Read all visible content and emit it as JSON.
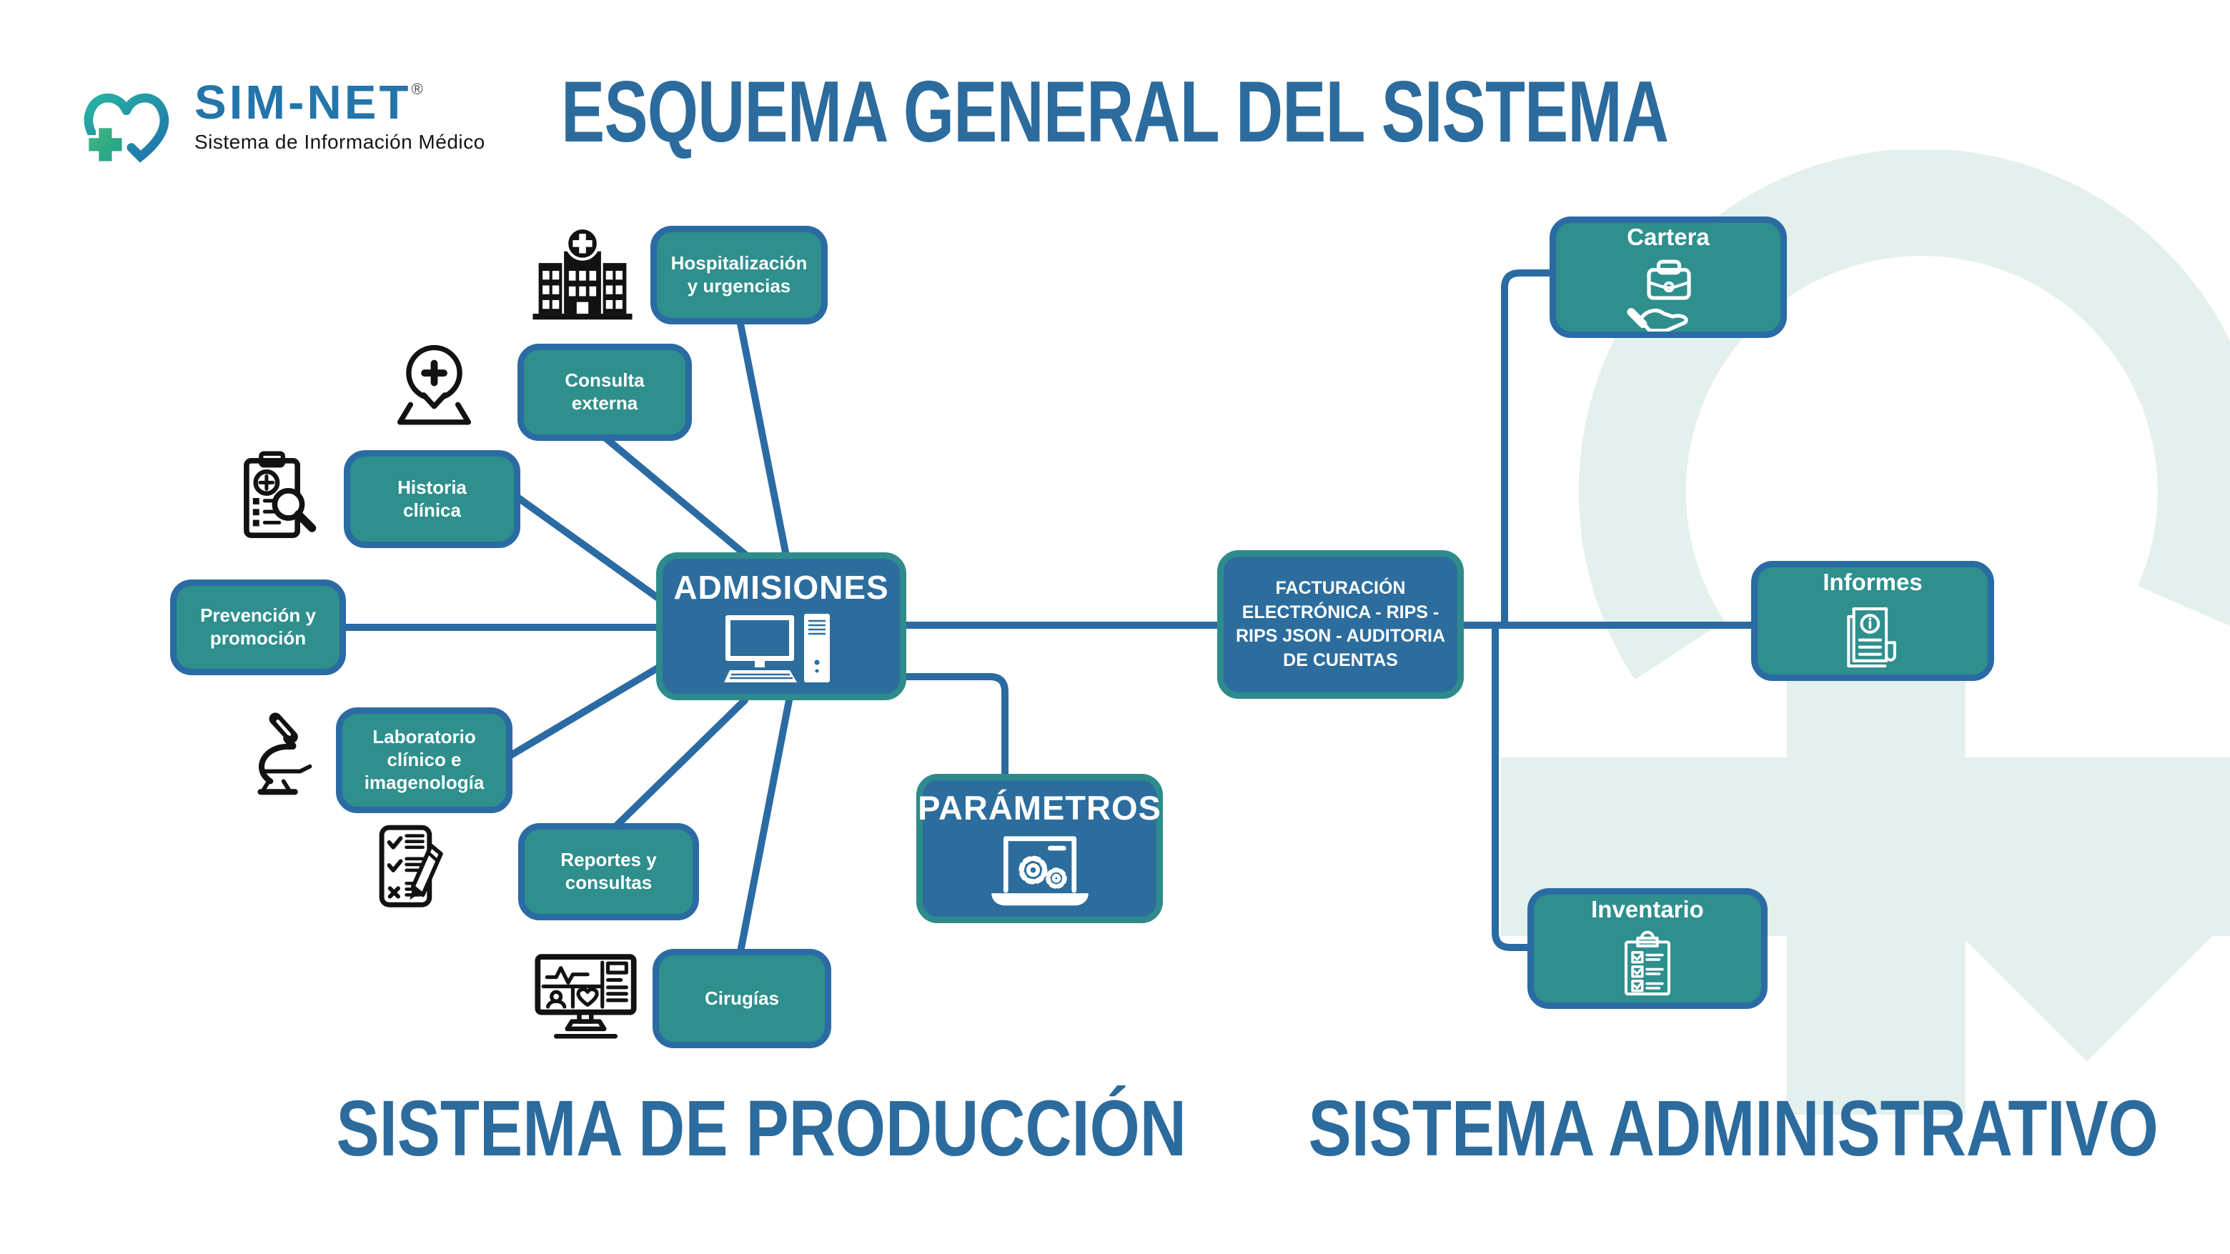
{
  "logo": {
    "brand": "SIM-NET",
    "registered": "®",
    "tagline": "Sistema de Información Médico"
  },
  "header": {
    "title": "ESQUEMA GENERAL DEL SISTEMA"
  },
  "sections": {
    "production": "SISTEMA DE PRODUCCIÓN",
    "administrative": "SISTEMA ADMINISTRATIVO"
  },
  "nodes": {
    "hospitalizacion": {
      "label": "Hospitalización\ny urgencias",
      "icon": "hospital-icon"
    },
    "consulta": {
      "label": "Consulta\nexterna",
      "icon": "telemedicine-pin-icon"
    },
    "historia": {
      "label": "Historia\nclínica",
      "icon": "clipboard-magnifier-icon"
    },
    "prevencion": {
      "label": "Prevención y\npromoción"
    },
    "laboratorio": {
      "label": "Laboratorio\nclínico e\nimagenología",
      "icon": "microscope-icon"
    },
    "reportes": {
      "label": "Reportes y\nconsultas",
      "icon": "checklist-pencil-icon"
    },
    "cirugias": {
      "label": "Cirugías",
      "icon": "vitals-monitor-icon"
    },
    "admisiones": {
      "label": "ADMISIONES",
      "icon": "desktop-computer-icon"
    },
    "parametros": {
      "label": "PARÁMETROS",
      "icon": "laptop-gears-icon"
    },
    "facturacion": {
      "label": "FACTURACIÓN\nELECTRÓNICA - RIPS -\nRIPS JSON - AUDITORIA\nDE CUENTAS"
    },
    "cartera": {
      "label": "Cartera",
      "icon": "briefcase-hand-icon"
    },
    "informes": {
      "label": "Informes",
      "icon": "report-info-icon"
    },
    "inventario": {
      "label": "Inventario",
      "icon": "inventory-checklist-icon"
    }
  },
  "colors": {
    "teal_fill": "#2E8F8D",
    "blue_fill": "#2C6D9E",
    "blue_border_line": "#2B6BA3",
    "teal_border": "#2E8B8B",
    "heading_blue": "#2C6B9D",
    "logo_blue": "#2475AA",
    "logo_green": "#45B97C",
    "watermark": "#E3F0ED",
    "icon_black": "#121212",
    "node_text": "#FFFFFF"
  }
}
